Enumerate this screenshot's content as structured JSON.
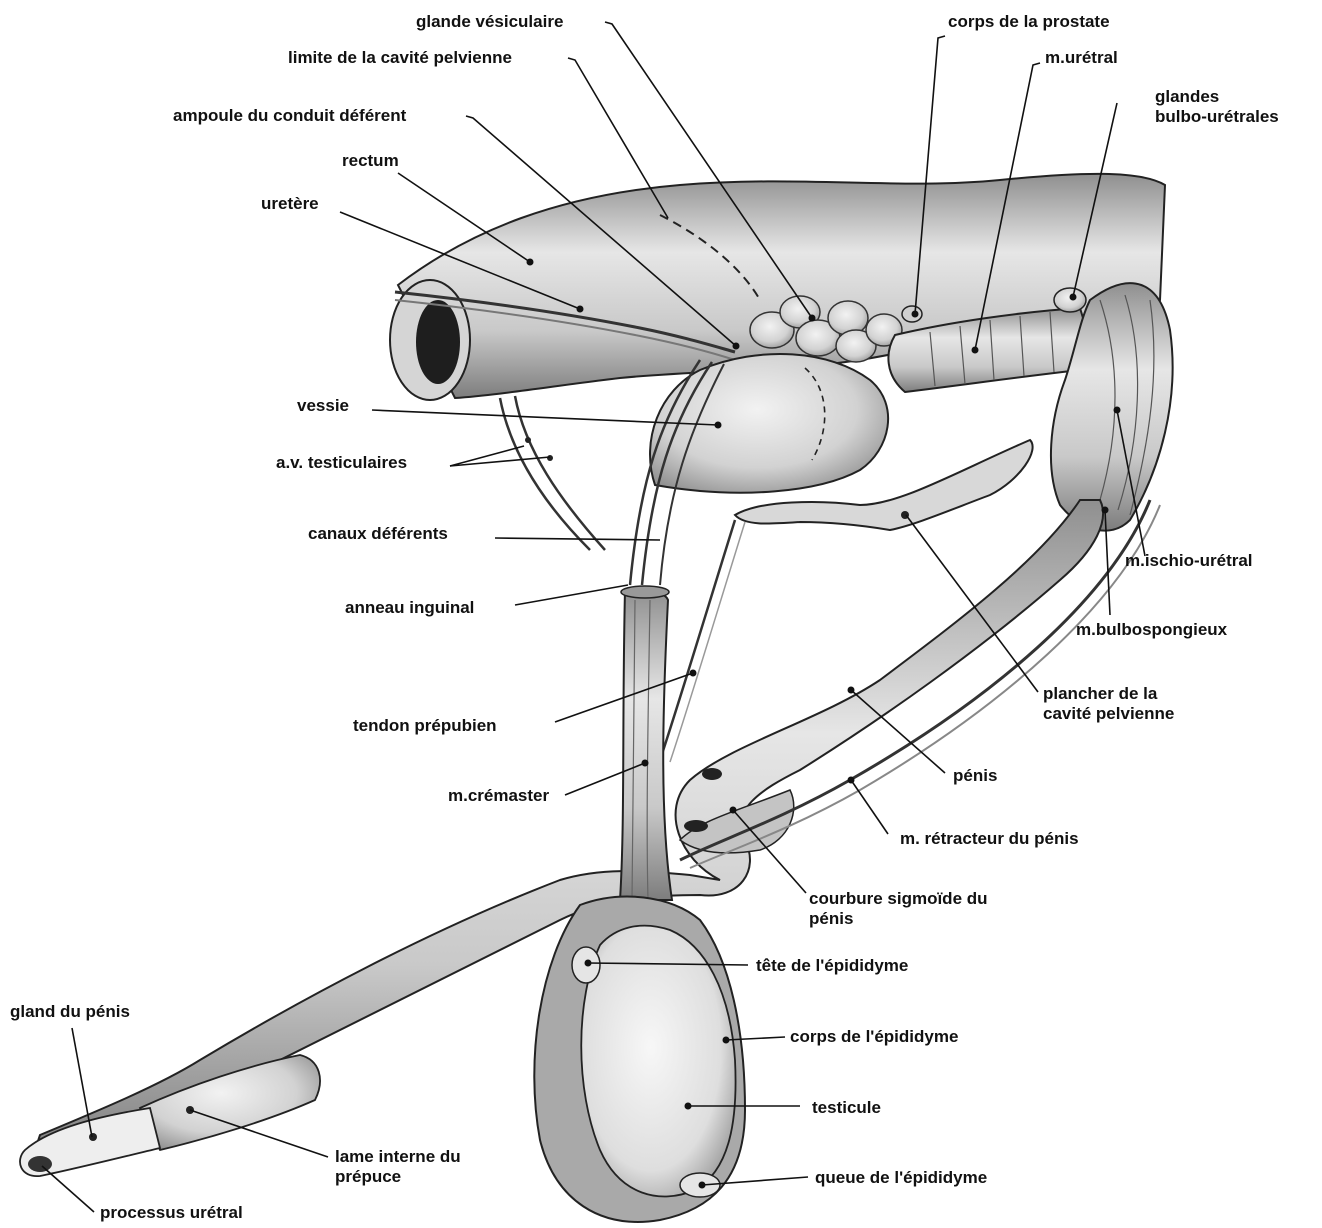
{
  "figure": {
    "colors": {
      "ink": "#111111",
      "tissue": "#dcdcdc",
      "shade": "#a8a8a8",
      "paper": "#ffffff"
    }
  },
  "labels": {
    "glande_vesiculaire": "glande vésiculaire",
    "limite_cavite": "limite de la cavité pelvienne",
    "ampoule": "ampoule du conduit déférent",
    "rectum": "rectum",
    "uretere": "uretère",
    "vessie": "vessie",
    "av_testiculaires": "a.v. testiculaires",
    "canaux_deferents": "canaux déférents",
    "anneau_inguinal": "anneau inguinal",
    "tendon_prepubien": "tendon prépubien",
    "m_cremaster": "m.crémaster",
    "corps_prostate": "corps de la prostate",
    "m_uretral": "m.urétral",
    "glandes_bulbo_1": "glandes",
    "glandes_bulbo_2": "bulbo-urétrales",
    "m_ischio_uretral": "m.ischio-urétral",
    "m_bulbospongieux": "m.bulbospongieux",
    "plancher_1": "plancher de la",
    "plancher_2": "cavité pelvienne",
    "penis": "pénis",
    "m_retracteur": "m. rétracteur du pénis",
    "courbure_1": "courbure sigmoïde du",
    "courbure_2": "pénis",
    "tete_epididyme": "tête de l'épididyme",
    "corps_epididyme": "corps de l'épididyme",
    "testicule": "testicule",
    "queue_epididyme": "queue de l'épididyme",
    "gland_penis": "gland du pénis",
    "lame_interne_1": "lame interne du",
    "lame_interne_2": "prépuce",
    "processus_uretral": "processus urétral"
  }
}
